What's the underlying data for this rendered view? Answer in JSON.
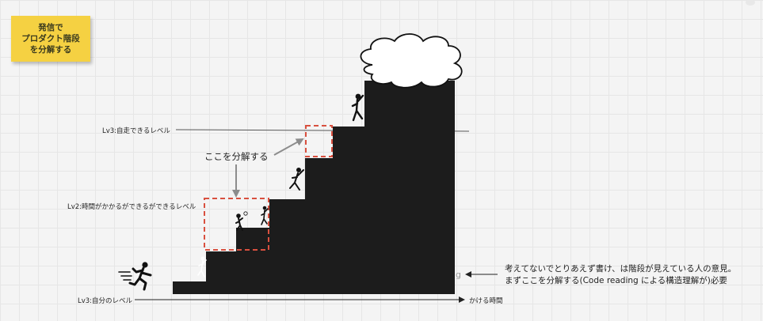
{
  "sticky_note": {
    "text": "発信で\nプロダクト階段\nを分解する",
    "color": "#f5d142"
  },
  "levels": {
    "lv3_self_run": "Lv3:自走できるレベル",
    "lv2_time": "Lv2:時間がかかるができるができるレベル",
    "lv3_self": "Lv3:自分のレベル"
  },
  "x_axis_label": "かける時間",
  "callout": "ここを分解する",
  "note": {
    "line1": "考えてないでとりあえず書け、は階段が見えている人の意見。",
    "line2": "まずここを分解する(Code reading による構造理解が)必要"
  },
  "faded_letter": "g",
  "icons": {
    "cloud": "cloud-icon",
    "runner": "running-person-icon",
    "climber_top": "climbing-person-icon",
    "climber_mid": "climbing-person-icon",
    "climber_low": "climbing-person-icon",
    "struggler": "struggling-person-icon"
  },
  "colors": {
    "stairs": "#1c1c1c",
    "dashed_box": "#d9503f",
    "arrow": "#8c8c8c",
    "sticky": "#f5d142"
  }
}
